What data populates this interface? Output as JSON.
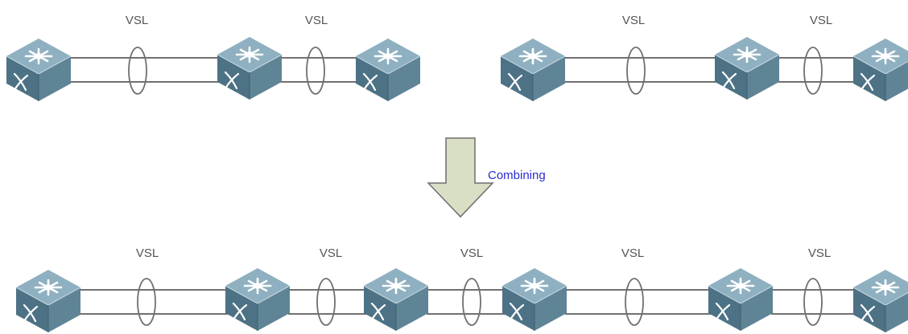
{
  "colors": {
    "link_line": "#707070",
    "switch_top": "#8fb0c0",
    "switch_side_left": "#4d7285",
    "switch_side_right": "#5f8496",
    "arrow_fill": "#d9dfc5",
    "arrow_stroke": "#6e6e6e",
    "label_text": "#555555",
    "arrow_label_text": "#2a2ad8"
  },
  "icons": [
    "switch-icon",
    "vsl-link-ellipse",
    "down-arrow-icon"
  ],
  "top_left_group": {
    "link_labels": [
      "VSL",
      "VSL"
    ]
  },
  "top_right_group": {
    "link_labels": [
      "VSL",
      "VSL"
    ]
  },
  "transition": {
    "label": "Combining"
  },
  "bottom_group": {
    "link_labels": [
      "VSL",
      "VSL",
      "VSL",
      "VSL",
      "VSL"
    ]
  }
}
